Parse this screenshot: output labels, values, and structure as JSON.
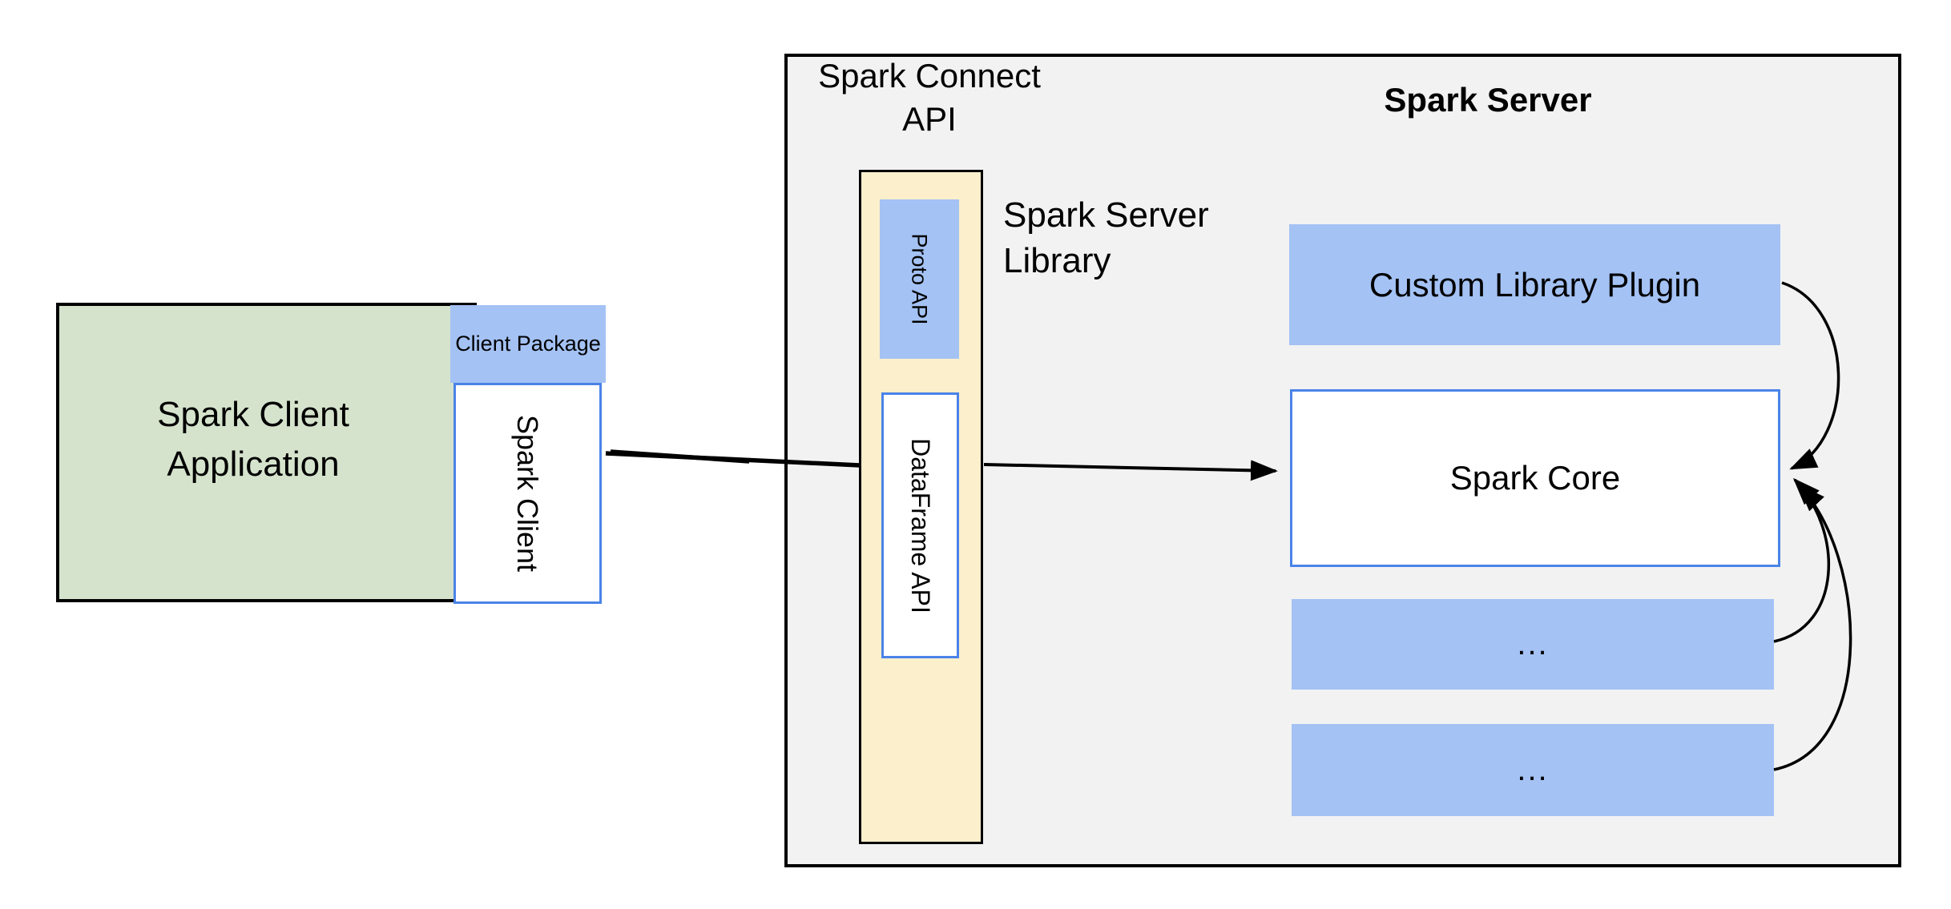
{
  "colors": {
    "panel_gray": "#F2F2F3",
    "box_blue": "#A4C2F4",
    "box_green": "#D5E3CC",
    "box_yellow": "#FCEFCB",
    "border_blue": "#4A83E8",
    "line_black": "#000000"
  },
  "client_app": {
    "lines": [
      "Spark Client",
      "Application"
    ]
  },
  "client_package": {
    "lines": [
      "Client",
      "Package"
    ]
  },
  "spark_client": {
    "label": "Spark Client"
  },
  "connect_api": {
    "lines": [
      "Spark Connect",
      "API"
    ]
  },
  "proto_api": {
    "label": "Proto API"
  },
  "dataframe_api": {
    "label": "DataFrame API"
  },
  "server_library": {
    "lines": [
      "Spark Server",
      "Library"
    ]
  },
  "spark_server": {
    "title": "Spark Server"
  },
  "plugin": {
    "label": "Custom Library Plugin"
  },
  "core": {
    "label": "Spark Core"
  },
  "ellipsis": {
    "box1": "...",
    "box2": "..."
  }
}
